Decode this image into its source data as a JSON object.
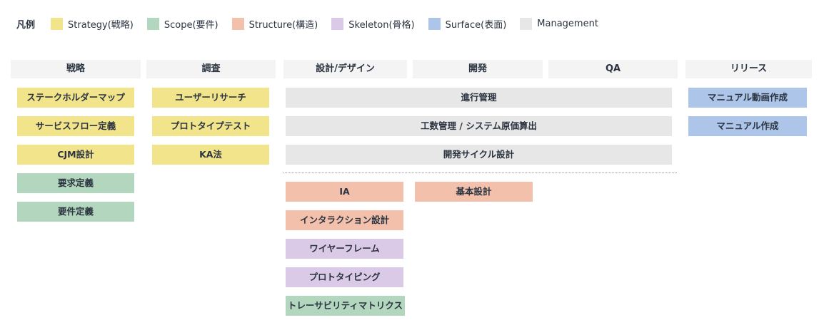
{
  "legend": {
    "title": "凡例"
  },
  "categories": {
    "strategy": {
      "label": "Strategy(戦略)",
      "color": "#F2E48B"
    },
    "scope": {
      "label": "Scope(要件)",
      "color": "#B3D6BF"
    },
    "structure": {
      "label": "Structure(構造)",
      "color": "#F2C0AB"
    },
    "skeleton": {
      "label": "Skeleton(骨格)",
      "color": "#DACAE7"
    },
    "surface": {
      "label": "Surface(表面)",
      "color": "#ACC5E8"
    },
    "management": {
      "label": "Management",
      "color": "#E7E7E7"
    }
  },
  "columns": [
    {
      "header": "戦略"
    },
    {
      "header": "調査"
    },
    {
      "header": "設計/デザイン"
    },
    {
      "header": "開発"
    },
    {
      "header": "QA"
    },
    {
      "header": "リリース"
    }
  ],
  "tasks": [
    {
      "label": "ステークホルダーマップ",
      "category": "strategy"
    },
    {
      "label": "サービスフロー定義",
      "category": "strategy"
    },
    {
      "label": "CJM設計",
      "category": "strategy"
    },
    {
      "label": "要求定義",
      "category": "scope"
    },
    {
      "label": "要件定義",
      "category": "scope"
    },
    {
      "label": "ユーザーリサーチ",
      "category": "strategy"
    },
    {
      "label": "プロトタイプテスト",
      "category": "strategy"
    },
    {
      "label": "KA法",
      "category": "strategy"
    },
    {
      "label": "進行管理",
      "category": "management"
    },
    {
      "label": "工数管理 / システム原価算出",
      "category": "management"
    },
    {
      "label": "開発サイクル設計",
      "category": "management"
    },
    {
      "label": "IA",
      "category": "structure"
    },
    {
      "label": "インタラクション設計",
      "category": "structure"
    },
    {
      "label": "ワイヤーフレーム",
      "category": "skeleton"
    },
    {
      "label": "プロトタイピング",
      "category": "skeleton"
    },
    {
      "label": "トレーサビリティマトリクス",
      "category": "scope"
    },
    {
      "label": "基本設計",
      "category": "structure"
    },
    {
      "label": "マニュアル動画作成",
      "category": "surface"
    },
    {
      "label": "マニュアル作成",
      "category": "surface"
    }
  ],
  "ui": {
    "header_bg": "#F4F4F5",
    "text_color": "#2B3440",
    "divider_color": "#9A9A9A",
    "background": "#FFFFFF"
  }
}
